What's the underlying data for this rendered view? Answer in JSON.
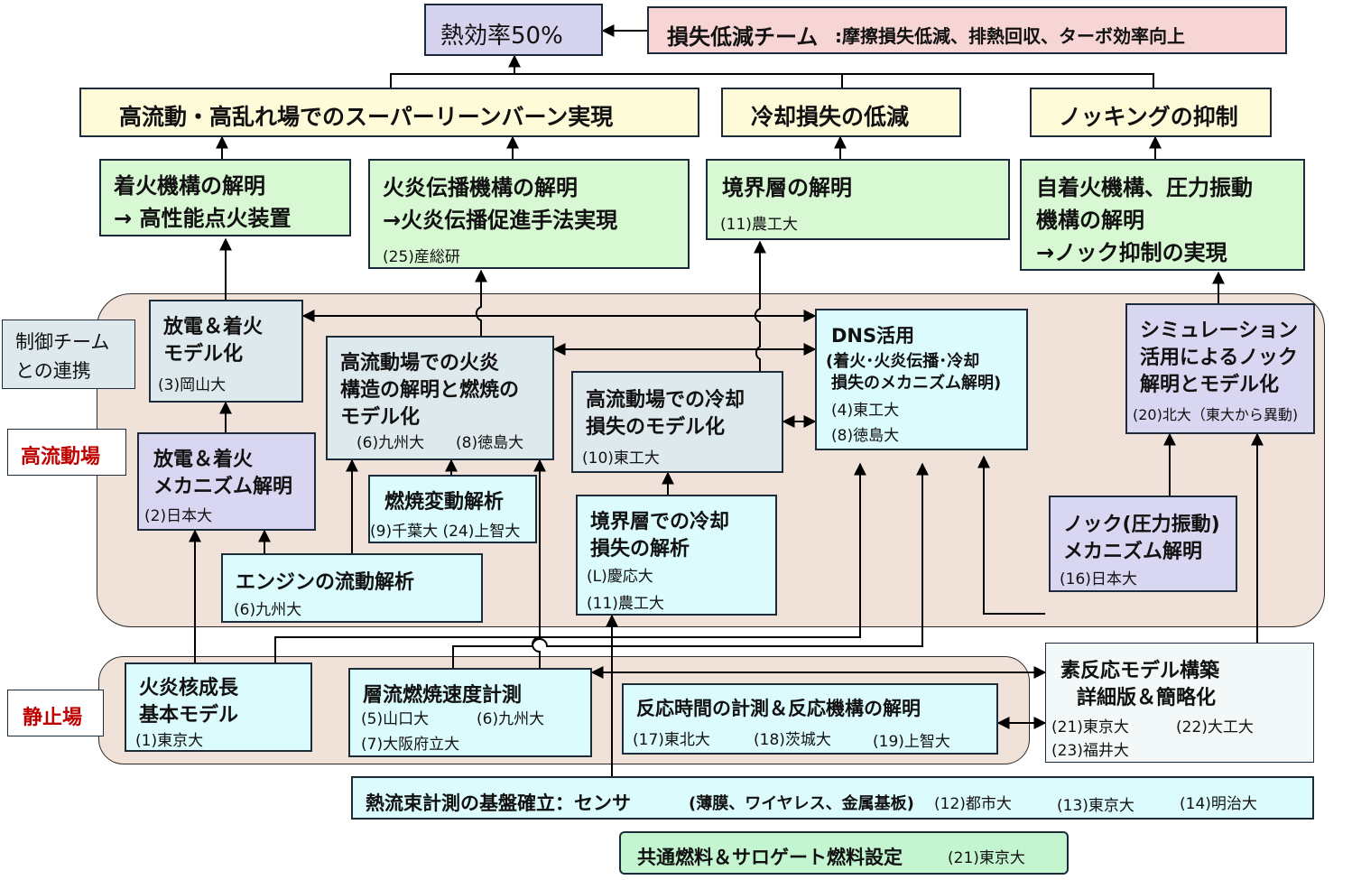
{
  "goal": {
    "title": "熱効率50%"
  },
  "loss_team": {
    "title": "損失低減チーム",
    "detail": ":摩擦損失低減、排熱回収、ターボ効率向上"
  },
  "targets": {
    "lean_burn": "高流動・高乱れ場でのスーパーリーンバーン実現",
    "cooling": "冷却損失の低減",
    "knock": "ノッキングの抑制"
  },
  "level2": {
    "ignition": {
      "line1": "着火機構の解明",
      "line2": "→ 高性能点火装置"
    },
    "flame": {
      "line1": "火炎伝播機構の解明",
      "line2": "→火炎伝播促進手法実現",
      "org": "(25)産総研"
    },
    "boundary": {
      "line1": "境界層の解明",
      "org": "(11)農工大"
    },
    "autoignition": {
      "line1": "自着火機構、圧力振動",
      "line2": "機構の解明",
      "line3": "→ノック抑制の実現"
    }
  },
  "control_team": {
    "line1": "制御チーム",
    "line2": "との連携"
  },
  "zone_labels": {
    "high_flow": "高流動場",
    "static": "静止場"
  },
  "high_flow": {
    "discharge_model": {
      "line1": "放電＆着火",
      "line2": "モデル化",
      "org": "(3)岡山大"
    },
    "discharge_mech": {
      "line1": "放電＆着火",
      "line2": "メカニズム解明",
      "org": "(2)日本大"
    },
    "flame_structure": {
      "line1": "高流動場での火炎",
      "line2": "構造の解明と燃焼の",
      "line3": "モデル化",
      "org1": "(6)九州大",
      "org2": "(8)徳島大"
    },
    "combustion_var": {
      "title": "燃焼変動解析",
      "org": "(9)千葉大 (24)上智大"
    },
    "engine_flow": {
      "title": "エンジンの流動解析",
      "org": "(6)九州大"
    },
    "cooling_model": {
      "line1": "高流動場での冷却",
      "line2": "損失のモデル化",
      "org": "(10)東工大"
    },
    "boundary_cooling": {
      "line1": "境界層での冷却",
      "line2": "損失の解析",
      "org1": "(L)慶応大",
      "org2": "(11)農工大"
    },
    "dns": {
      "title": "DNS活用",
      "line2": "(着火･火炎伝播･冷却",
      "line3": "損失のメカニズム解明)",
      "org1": "(4)東工大",
      "org2": "(8)徳島大"
    },
    "sim_knock": {
      "line1": "シミュレーション",
      "line2": "活用によるノック",
      "line3": "解明とモデル化",
      "org": "(20)北大（東大から異動)"
    },
    "knock_mech": {
      "line1": "ノック(圧力振動)",
      "line2": "メカニズム解明",
      "org": "(16)日本大"
    }
  },
  "static": {
    "flame_kernel": {
      "line1": "火炎核成長",
      "line2": "基本モデル",
      "org": "(1)東京大"
    },
    "laminar": {
      "title": "層流燃焼速度計測",
      "org1": "(5)山口大",
      "org2": "(6)九州大",
      "org3": "(7)大阪府立大"
    },
    "reaction_time": {
      "title": "反応時間の計測＆反応機構の解明",
      "org1": "(17)東北大",
      "org2": "(18)茨城大",
      "org3": "(19)上智大"
    }
  },
  "elementary": {
    "line1": "素反応モデル構築",
    "line2": "詳細版＆簡略化",
    "org1": "(21)東京大",
    "org2": "(22)大工大",
    "org3": "(23)福井大"
  },
  "heat_flux": {
    "title": "熱流束計測の基盤確立：センサ",
    "detail": "(薄膜、ワイヤレス、金属基板)",
    "org1": "(12)都市大",
    "org2": "(13)東京大",
    "org3": "(14)明治大"
  },
  "fuel": {
    "title": "共通燃料＆サロゲート燃料設定",
    "org": "(21)東京大"
  }
}
